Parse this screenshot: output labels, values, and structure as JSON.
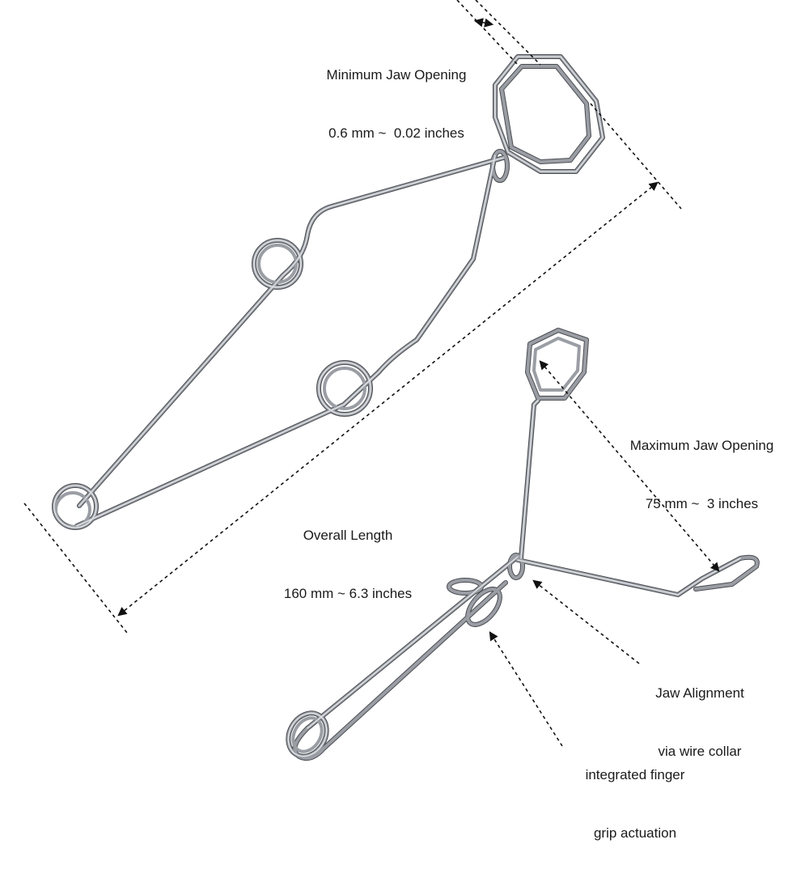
{
  "annotations": {
    "min_jaw": {
      "title": "Minimum Jaw Opening",
      "value": "0.6 mm ~  0.02 inches"
    },
    "max_jaw": {
      "title": "Maximum Jaw Opening",
      "value": "75 mm ~  3 inches"
    },
    "overall_length": {
      "title": "Overall Length",
      "value": "160 mm ~ 6.3 inches"
    },
    "jaw_alignment": {
      "title": "Jaw Alignment",
      "value": "via wire collar"
    },
    "finger_grip": {
      "title": "integrated finger",
      "value": "grip actuation"
    }
  },
  "colors": {
    "wire": "#8c9096",
    "wire_highlight": "#e6e8eb",
    "wire_shadow": "#4a4d52",
    "dimension_line": "#111111",
    "text": "#1a1a1a"
  }
}
